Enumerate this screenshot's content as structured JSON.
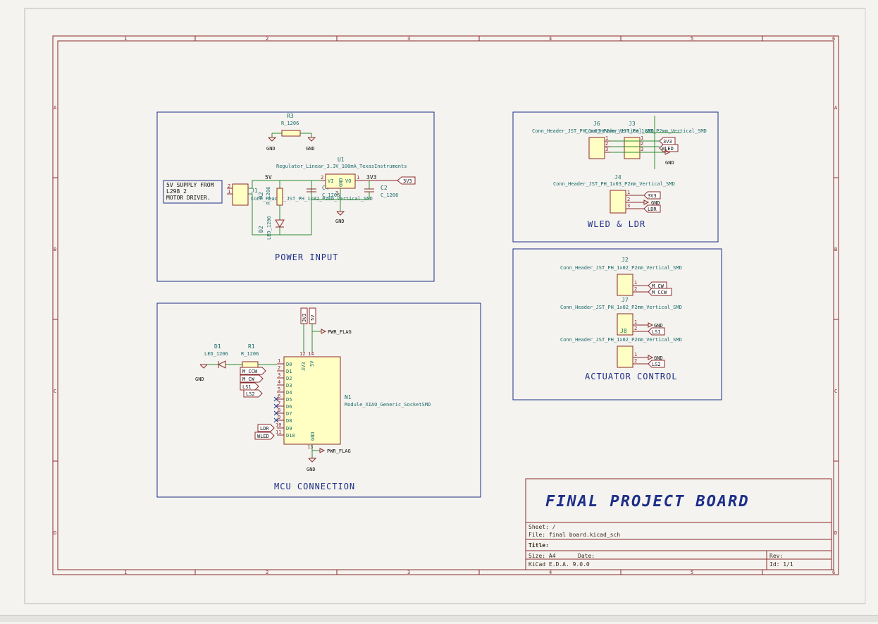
{
  "sheet": {
    "columns": [
      "1",
      "2",
      "3",
      "4",
      "5",
      "6"
    ],
    "rows": [
      "A",
      "B",
      "C",
      "D"
    ]
  },
  "sections": {
    "power": "POWER INPUT",
    "mcu": "MCU CONNECTION",
    "wled": "WLED & LDR",
    "actuator": "ACTUATOR CONTROL"
  },
  "note": [
    "5V SUPPLY FROM",
    "L298 2",
    "MOTOR DRIVER."
  ],
  "power": {
    "r3": {
      "ref": "R3",
      "val": "R_1206"
    },
    "u1": {
      "ref": "U1",
      "val": "Regulator_Linear_3.3V_100mA_TexasInstruments",
      "vi": "VI",
      "vo": "VO",
      "gnd": "GND"
    },
    "j1": {
      "ref": "J1",
      "val": "Conn_Header_JST_PH_1x02_P2mm_Vertical_SMD"
    },
    "r2": {
      "ref": "R2",
      "val": "R_1206"
    },
    "d2": {
      "ref": "D2",
      "val": "LED_1206"
    },
    "c4": {
      "ref": "C4",
      "val": "C_1206"
    },
    "c2": {
      "ref": "C2",
      "val": "C_1206"
    },
    "net_5v": "5V",
    "net_3v3": "3V3",
    "label_3v3": "3V3",
    "gnd": "GND"
  },
  "mcu": {
    "n1": {
      "ref": "N1",
      "val": "Module_XIAO_Generic_SocketSMD"
    },
    "d1": {
      "ref": "D1",
      "val": "LED_1206"
    },
    "r1": {
      "ref": "R1",
      "val": "R_1206"
    },
    "pins_left": [
      {
        "no": "1",
        "name": "D0"
      },
      {
        "no": "2",
        "name": "D1"
      },
      {
        "no": "3",
        "name": "D2"
      },
      {
        "no": "4",
        "name": "D3"
      },
      {
        "no": "5",
        "name": "D4"
      },
      {
        "no": "6",
        "name": "D5"
      },
      {
        "no": "7",
        "name": "D6"
      },
      {
        "no": "8",
        "name": "D7"
      },
      {
        "no": "9",
        "name": "D8"
      },
      {
        "no": "10",
        "name": "D9"
      },
      {
        "no": "11",
        "name": "D10"
      }
    ],
    "labels": [
      "M_CCW",
      "M_CW",
      "LS1",
      "LS2",
      "LDR",
      "WLED"
    ],
    "top_pins": [
      {
        "no": "12",
        "name": "3V3"
      },
      {
        "no": "14",
        "name": "5V"
      }
    ],
    "bottom_pin": {
      "no": "13",
      "name": "GND"
    },
    "pwr_top": [
      "3V3",
      "5V"
    ],
    "pwr_flag": "PWR_FLAG",
    "gnd": "GND"
  },
  "wled": {
    "j6": {
      "ref": "J6",
      "val": "Conn_Header_JST_PH_1x03_P2mm_Vertical_SMD"
    },
    "j3": {
      "ref": "J3",
      "val": "Conn_Header_JST_PH_1x03_P2mm_Vertical_SMD"
    },
    "j4": {
      "ref": "J4",
      "val": "Conn_Header_JST_PH_1x03_P2mm_Vertical_SMD"
    },
    "labels_top": [
      "3V3",
      "WLED"
    ],
    "labels_j4": [
      "3V3",
      "GND",
      "LDR"
    ],
    "gnd": "GND"
  },
  "actuator": {
    "j2": {
      "ref": "J2",
      "val": "Conn_Header_JST_PH_1x02_P2mm_Vertical_SMD",
      "labels": [
        "M_CW",
        "M_CCW"
      ]
    },
    "j7": {
      "ref": "J7",
      "val": "Conn_Header_JST_PH_1x02_P2mm_Vertical_SMD",
      "labels": [
        "GND",
        "LS1"
      ]
    },
    "j8": {
      "ref": "J8",
      "val": "Conn_Header_JST_PH_1x02_P2mm_Vertical_SMD",
      "labels": [
        "GND",
        "LS2"
      ]
    }
  },
  "title_block": {
    "name": "FINAL PROJECT BOARD",
    "sheet": "Sheet: /",
    "file": "File: final board.kicad_sch",
    "title": "Title:",
    "size": "Size: A4",
    "date": "Date:",
    "rev": "Rev:",
    "tool": "KiCad E.D.A. 9.0.0",
    "id": "Id: 1/1"
  }
}
